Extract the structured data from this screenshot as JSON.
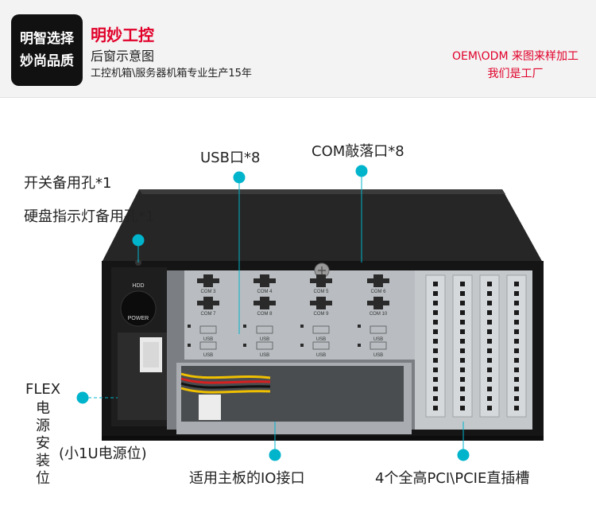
{
  "header": {
    "badge": [
      "明智选择",
      "妙尚品质"
    ],
    "brand": "明妙工控",
    "subtitle": "后窗示意图",
    "description": "工控机箱\\服务器机箱专业生产15年",
    "oem_lines": [
      "OEM\\ODM 来图来样加工",
      "我们是工厂"
    ]
  },
  "colors": {
    "accent": "#e1002a",
    "marker": "#00b4cc",
    "case": "#1a1a1a",
    "panel": "#b9bdc1"
  },
  "labels": {
    "usb": "USB口*8",
    "com": "COM敲落口*8",
    "switch": "开关备用孔*1",
    "hdd_led": "硬盘指示灯备用孔*1",
    "flex": "FLEX",
    "psu_vertical": "电源安装位",
    "psu_note": "(小1U电源位)",
    "io": "适用主板的IO接口",
    "pci": "4个全高PCI\\PCIE直插槽"
  },
  "panel": {
    "hdd": "HDD",
    "power": "POWER",
    "com_ports": [
      [
        "COM 3",
        "COM 4",
        "COM 5",
        "COM 6"
      ],
      [
        "COM 7",
        "COM 8",
        "COM 9",
        "COM 10"
      ]
    ],
    "usb_label": "USB"
  }
}
